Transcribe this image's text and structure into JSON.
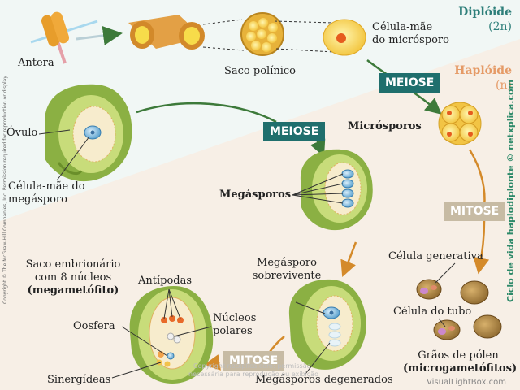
{
  "zones": {
    "diploid": {
      "label": "Diplóide",
      "ploidy": "(2n)",
      "color": "#2e7f7a"
    },
    "haploid": {
      "label": "Haplóide",
      "ploidy": "(n)",
      "color": "#e59a66"
    }
  },
  "labels": {
    "anther": "Antera",
    "pollen_sac": "Saco polínico",
    "microspore_mother_1": "Célula-mãe",
    "microspore_mother_2": "do micrósporo",
    "ovule": "Óvulo",
    "megaspore_mother_1": "Célula-mãe do",
    "megaspore_mother_2": "megásporo",
    "microspores": "Micrósporos",
    "megaspores": "Megásporos",
    "surviving_1": "Megásporo",
    "surviving_2": "sobrevivente",
    "degenerated": "Megásporos degenerados",
    "embryo_sac_1": "Saco embrionário",
    "embryo_sac_2": "com 8 núcleos",
    "embryo_sac_3": "(megametófito)",
    "antipodals": "Antípodas",
    "polar_1": "Núcleos",
    "polar_2": "polares",
    "egg": "Oosfera",
    "synergids": "Sinergídeas",
    "generative": "Célula generativa",
    "tube": "Célula do tubo",
    "pollen_1": "Grãos de pólen",
    "pollen_2": "(microgametófitos)"
  },
  "processes": {
    "meiosis_top": "MEIOSE",
    "meiosis_ovule": "MEIOSE",
    "mitosis_pollen": "MITOSE",
    "mitosis_ovule": "MITOSE"
  },
  "credits": {
    "side_left": "Copyright © The McGraw-Hill Companies, Inc. Permission required for reproduction or display.",
    "side_right": "Ciclo de vida haplodiplonte © netxplica.com",
    "watermark": "VisualLightBox.com",
    "faint_1": "Copyright netxplica.com: permissão",
    "faint_2": "necessária para reprodução ou exibição"
  },
  "colors": {
    "arrow_green": "#3d7a3a",
    "arrow_orange": "#d48a2a",
    "ovule_green": "#8bb043",
    "ovule_light": "#c8dc7a",
    "sac_cream": "#f7eccd",
    "nucleus_blue": "#7ab7dc"
  }
}
